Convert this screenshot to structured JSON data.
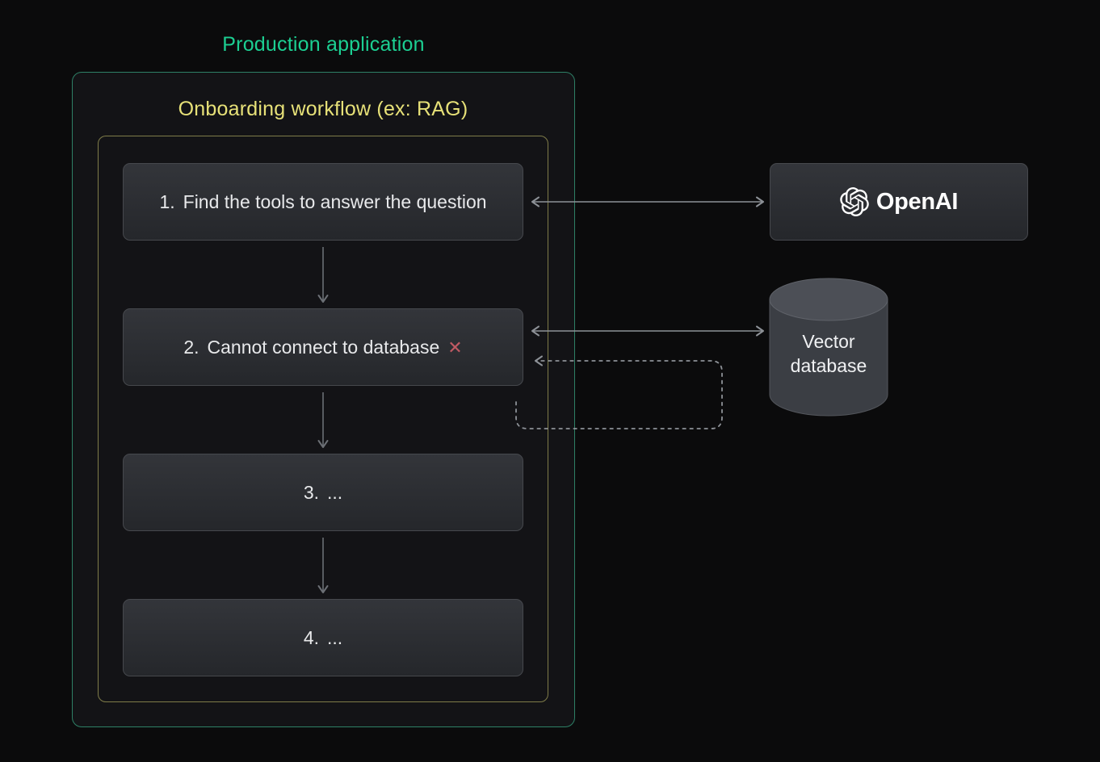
{
  "diagram": {
    "production_box_label": "Production application",
    "workflow_box_label": "Onboarding workflow (ex: RAG)",
    "steps": [
      {
        "number": "1.",
        "text": "Find the tools to answer the question"
      },
      {
        "number": "2.",
        "text": "Cannot connect to database",
        "mark": "✕"
      },
      {
        "number": "3.",
        "text": "..."
      },
      {
        "number": "4.",
        "text": "..."
      }
    ],
    "services": {
      "openai": {
        "label": "OpenAI"
      },
      "vector_db": {
        "label": "Vector\ndatabase"
      }
    },
    "connectors": {
      "step1_step2": "down-arrow",
      "step2_step3": "down-arrow",
      "step3_step4": "down-arrow",
      "step1_openai": "bidirectional-arrow",
      "step2_vector_db": "bidirectional-arrow",
      "retry_loop": "dashed-return-arrow"
    },
    "colors": {
      "background": "#0b0b0c",
      "production_accent": "#1ccf92",
      "production_border": "#2e8066",
      "workflow_accent": "#e7e178",
      "workflow_border": "#7f7c49",
      "node_text": "#e8e9eb",
      "error_mark": "#c05a63",
      "arrow_bright": "#8d9197",
      "arrow_dim": "#6b6f75"
    }
  }
}
